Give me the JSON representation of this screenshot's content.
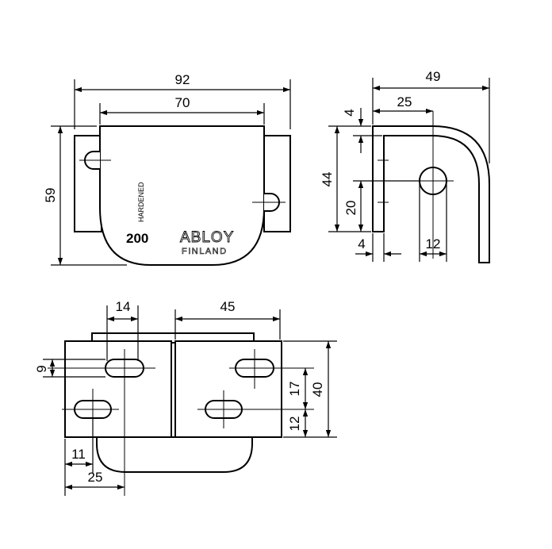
{
  "front_view": {
    "dim_width_overall": "92",
    "dim_width_body": "70",
    "dim_height": "59",
    "marking_hardened": "HARDENED",
    "marking_model": "200",
    "brand_name": "ABLOY",
    "brand_country": "FINLAND"
  },
  "side_view": {
    "dim_depth": "49",
    "dim_hole_offset": "25",
    "dim_top": "4",
    "dim_height": "44",
    "dim_hole_height": "20",
    "dim_thickness": "4",
    "dim_hole_dia": "12"
  },
  "bottom_view": {
    "dim_slot_length": "14",
    "dim_slot_spacing": "45",
    "dim_slot_width": "9",
    "dim_height": "40",
    "dim_slot_pitch": "17",
    "dim_slot_edge": "12",
    "dim_edge_offset": "11",
    "dim_hole_offset": "25"
  }
}
